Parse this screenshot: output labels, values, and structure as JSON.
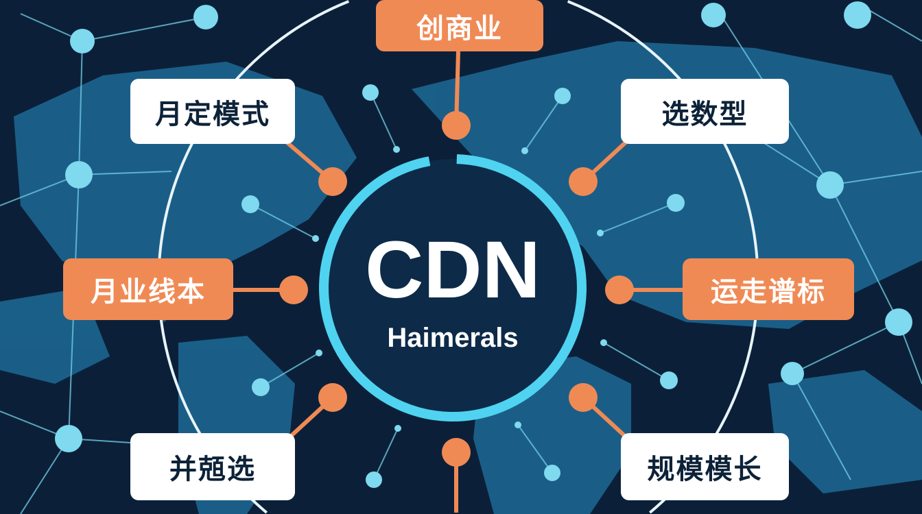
{
  "center": {
    "title": "CDN",
    "subtitle": "Haimerals"
  },
  "labels": {
    "top": "创商业",
    "top_left": "月定模式",
    "top_right": "选数型",
    "left": "月业线本",
    "right": "运走谱标",
    "bottom_left": "并兡选",
    "bottom_right": "规模模长"
  },
  "colors": {
    "background": "#0b2038",
    "map": "#1f6f9c",
    "ring": "#4fd3f0",
    "accent": "#f08a55",
    "node": "#7fd9ef"
  }
}
